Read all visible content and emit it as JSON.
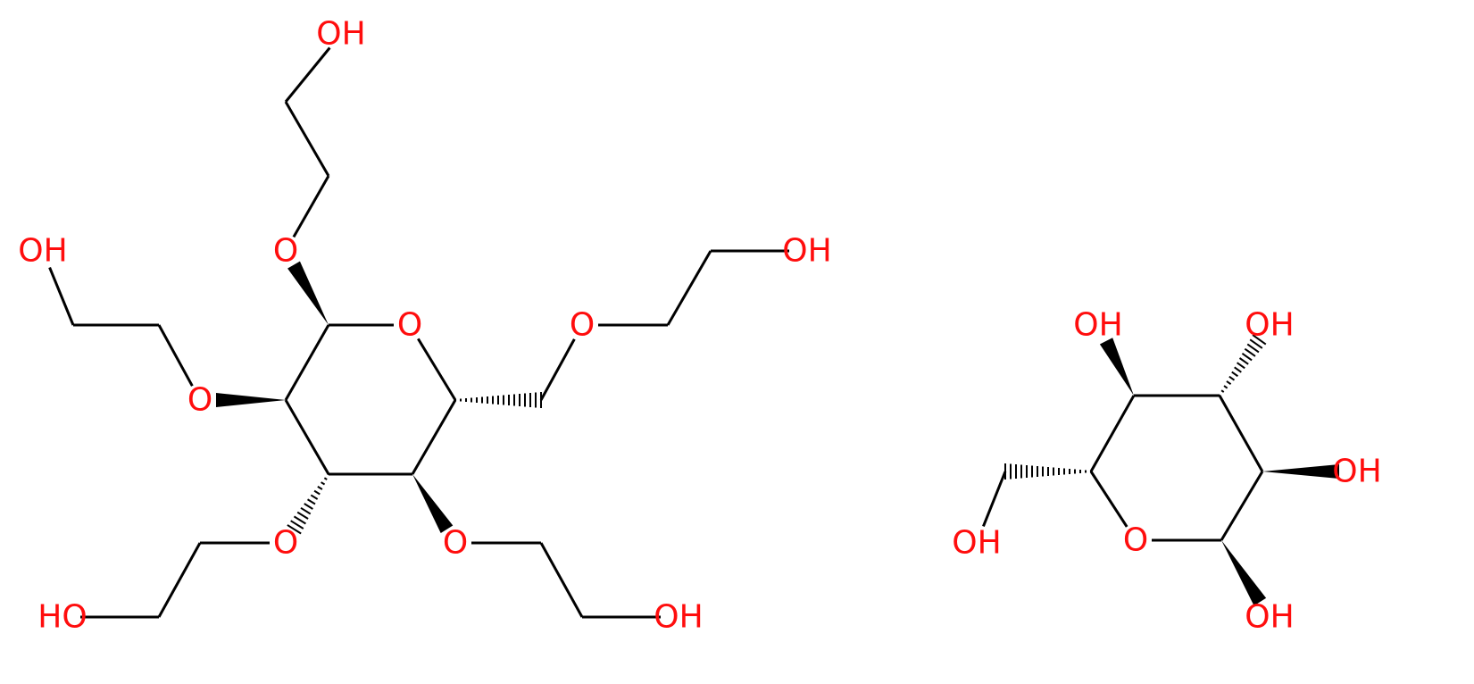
{
  "colors": {
    "bond": "#000000",
    "oxygen": "#ff0d0d",
    "background": "#ffffff"
  },
  "molecules": [
    {
      "atoms": [
        {
          "id": "Oc1",
          "label": "O"
        },
        {
          "id": "Oa1",
          "label": "O"
        },
        {
          "id": "OH1",
          "label": "OH"
        },
        {
          "id": "Oa2",
          "label": "O"
        },
        {
          "id": "OH2",
          "label": "OH"
        },
        {
          "id": "Oa3",
          "label": "O"
        },
        {
          "id": "OH3",
          "label": "OH"
        },
        {
          "id": "Oa4",
          "label": "O"
        },
        {
          "id": "OH4",
          "label": "HO"
        },
        {
          "id": "Oa5",
          "label": "O"
        },
        {
          "id": "OH5",
          "label": "OH"
        }
      ]
    },
    {
      "atoms": [
        {
          "id": "Oc2",
          "label": "O"
        },
        {
          "id": "OHb1",
          "label": "OH"
        },
        {
          "id": "OHb2",
          "label": "OH"
        },
        {
          "id": "OHb3",
          "label": "OH"
        },
        {
          "id": "OHb4",
          "label": "OH"
        },
        {
          "id": "OHb5",
          "label": "OH"
        }
      ]
    }
  ]
}
